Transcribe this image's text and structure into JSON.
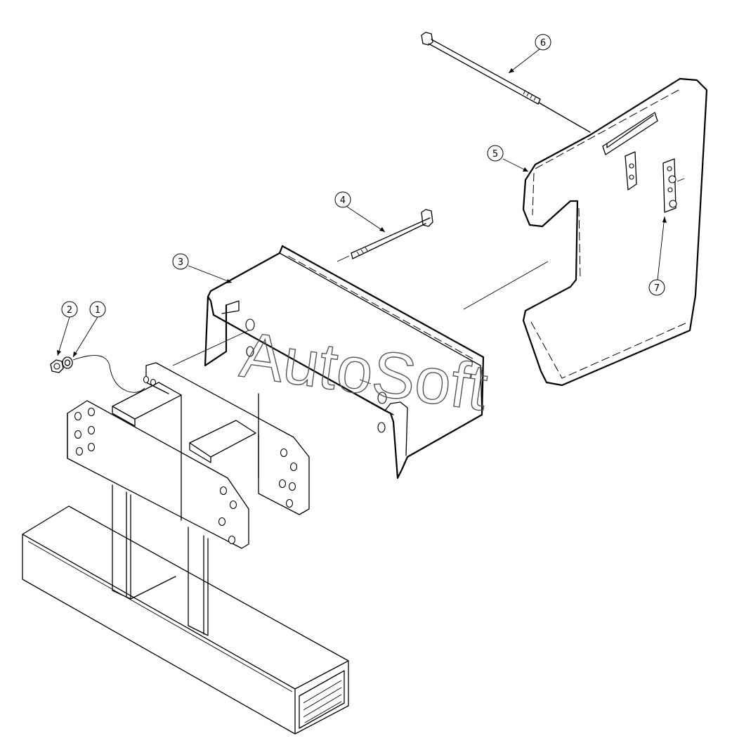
{
  "callouts": [
    {
      "id": "1",
      "label": "1"
    },
    {
      "id": "2",
      "label": "2"
    },
    {
      "id": "3",
      "label": "3"
    },
    {
      "id": "4",
      "label": "4"
    },
    {
      "id": "5",
      "label": "5"
    },
    {
      "id": "6",
      "label": "6"
    },
    {
      "id": "7",
      "label": "7"
    }
  ],
  "watermark": "AutoSoft",
  "colors": {
    "line": "#000000",
    "background": "#ffffff",
    "watermark": "#555555"
  }
}
